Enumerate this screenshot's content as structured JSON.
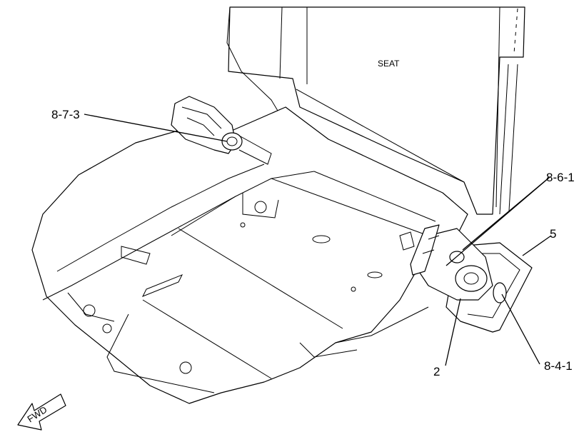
{
  "labels": {
    "seat": "SEAT",
    "callout_8_7_3": "8-7-3",
    "callout_8_6_1": "8-6-1",
    "callout_5": "5",
    "callout_2": "2",
    "callout_8_4_1": "8-4-1",
    "fwd": "FWD"
  }
}
